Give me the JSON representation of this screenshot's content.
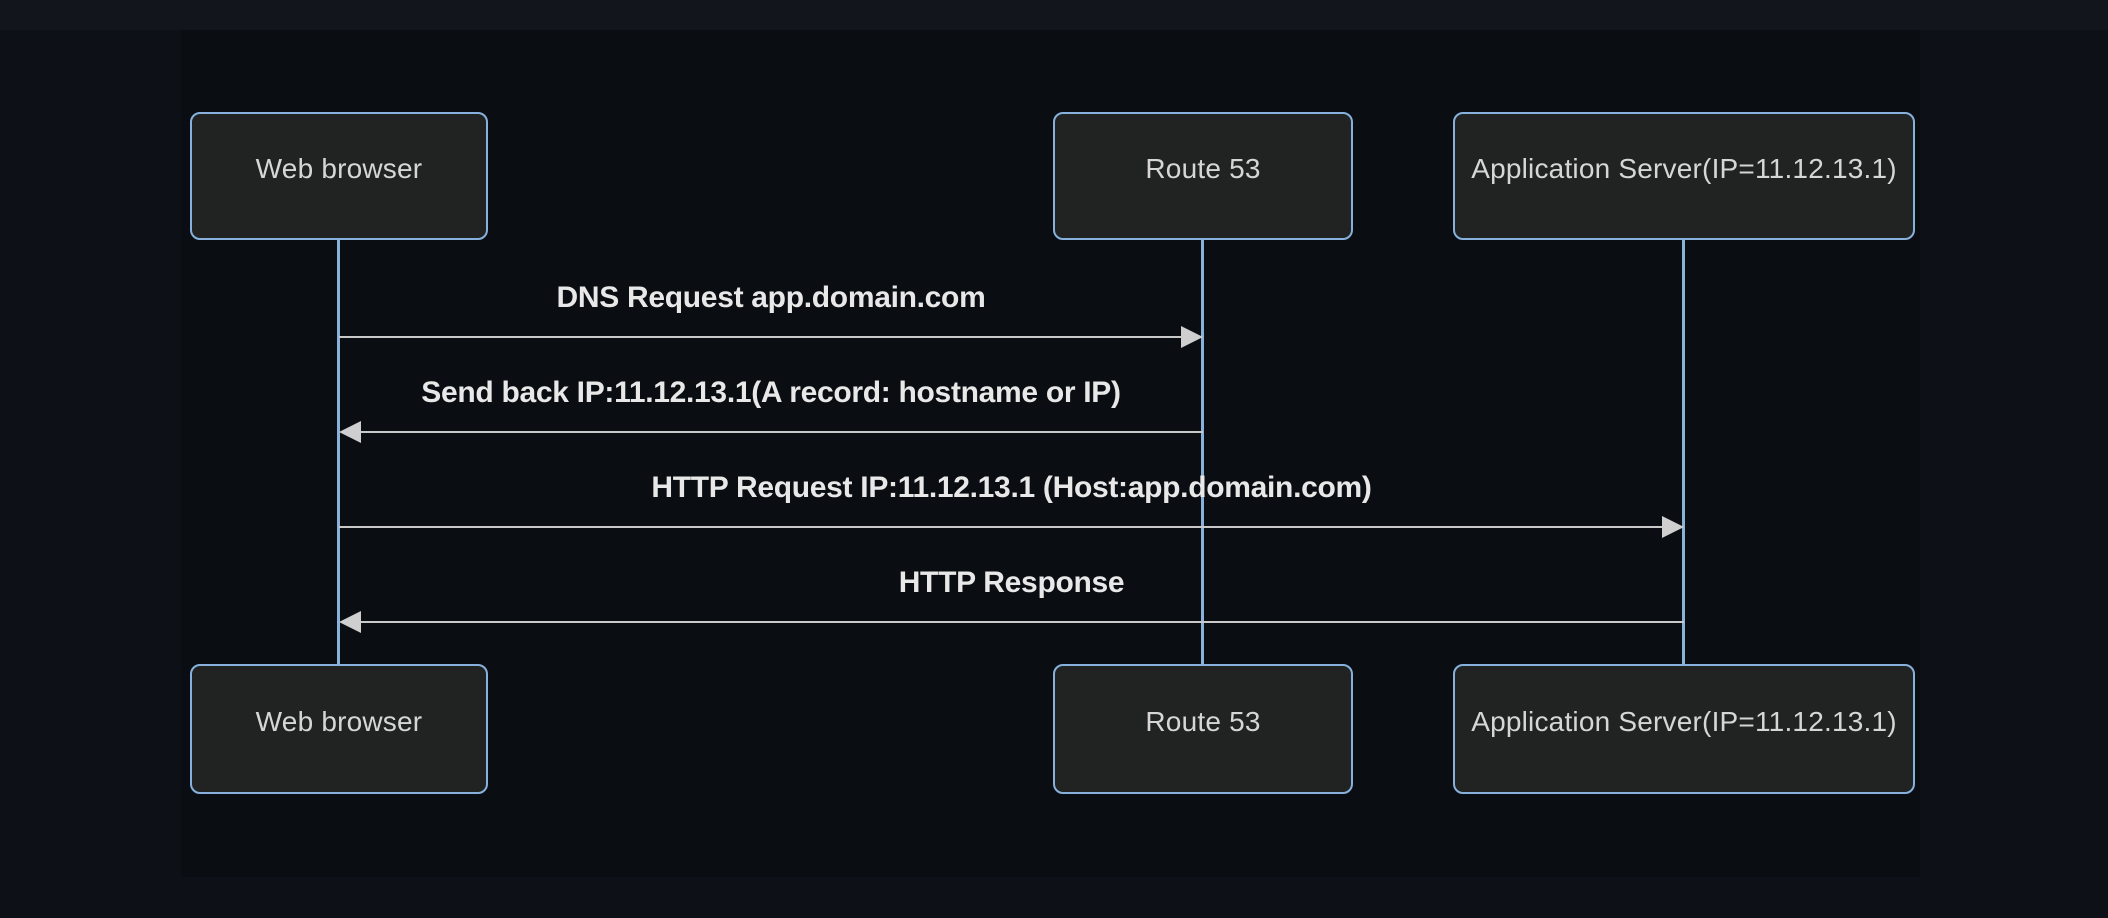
{
  "diagram": {
    "type": "sequence-diagram",
    "actors": [
      {
        "id": "web-browser",
        "label": "Web browser"
      },
      {
        "id": "route-53",
        "label": "Route 53"
      },
      {
        "id": "app-server",
        "label": "Application Server(IP=11.12.13.1)"
      }
    ],
    "messages": [
      {
        "from": "Web browser",
        "to": "Route 53",
        "text": "DNS Request app.domain.com",
        "line_style": "solid",
        "arrow_direction": "right"
      },
      {
        "from": "Route 53",
        "to": "Web browser",
        "text": "Send back IP:11.12.13.1(A record: hostname or IP)",
        "line_style": "solid",
        "arrow_direction": "left"
      },
      {
        "from": "Web browser",
        "to": "Application Server(IP=11.12.13.1)",
        "text": "HTTP Request IP:11.12.13.1 (Host:app.domain.com)",
        "line_style": "solid",
        "arrow_direction": "right"
      },
      {
        "from": "Application Server(IP=11.12.13.1)",
        "to": "Web browser",
        "text": "HTTP Response",
        "line_style": "solid",
        "arrow_direction": "left"
      }
    ],
    "colors": {
      "page_background": "#0d1016",
      "panel_background": "#0a0d11",
      "actor_fill": "#212323",
      "actor_border": "#87b1dc",
      "actor_text": "#d6d6d6",
      "lifeline": "#8ab1da",
      "message_line": "#c9c9c9",
      "message_text": "#e8e8e8"
    }
  }
}
